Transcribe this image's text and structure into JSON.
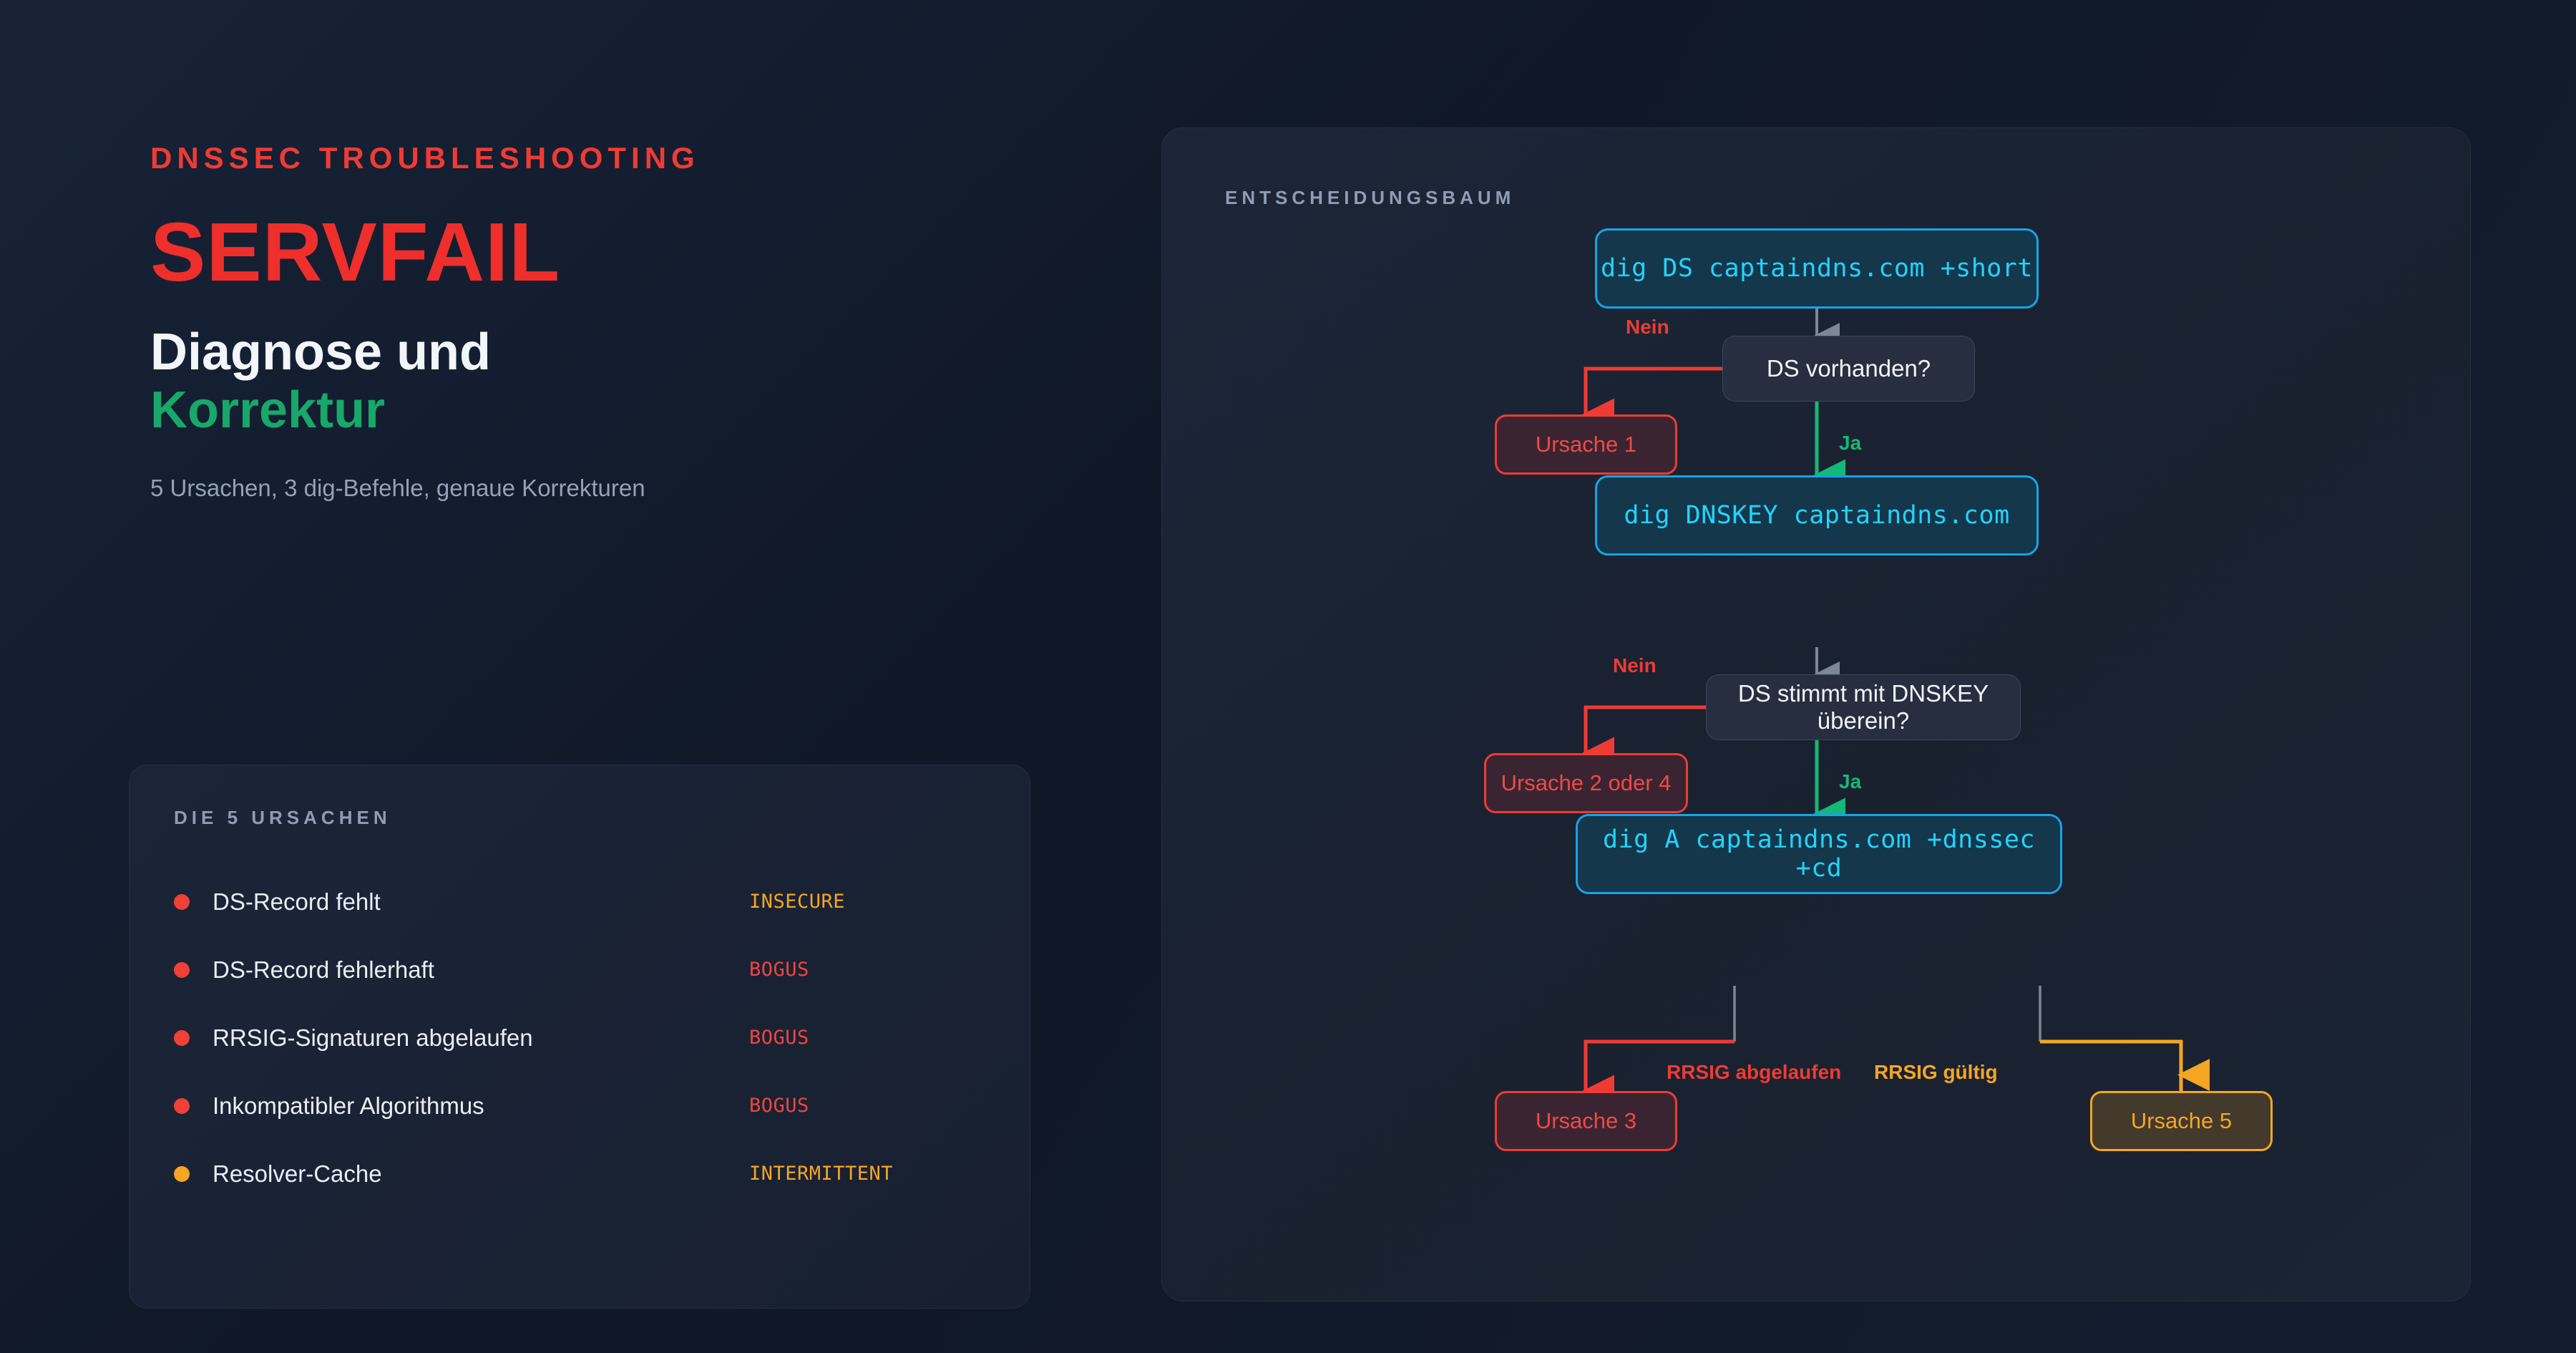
{
  "hero": {
    "eyebrow": "DNSSEC TROUBLESHOOTING",
    "error_code": "SERVFAIL",
    "headline_white": "Diagnose und",
    "headline_green": "Korrektur",
    "subline": "5 Ursachen, 3 dig-Befehle, genaue Korrekturen"
  },
  "causes_card": {
    "heading": "DIE 5 URSACHEN",
    "items": [
      {
        "label": "DS-Record fehlt",
        "tag": "INSECURE",
        "dot": "#ef4136",
        "tag_color": "#f5a623"
      },
      {
        "label": "DS-Record fehlerhaft",
        "tag": "BOGUS",
        "dot": "#ef4136",
        "tag_color": "#ef4540"
      },
      {
        "label": "RRSIG-Signaturen abgelaufen",
        "tag": "BOGUS",
        "dot": "#ef4136",
        "tag_color": "#ef4540"
      },
      {
        "label": "Inkompatibler Algorithmus",
        "tag": "BOGUS",
        "dot": "#ef4136",
        "tag_color": "#ef4540"
      },
      {
        "label": "Resolver-Cache",
        "tag": "INTERMITTENT",
        "dot": "#f5a623",
        "tag_color": "#f5a623"
      }
    ]
  },
  "tree": {
    "heading": "ENTSCHEIDUNGSBAUM",
    "nodes": {
      "cmd1": "dig DS captaindns.com +short",
      "ask1": "DS vorhanden?",
      "out1": "Ursache 1",
      "cmd2": "dig DNSKEY captaindns.com",
      "ask2": "DS stimmt mit DNSKEY überein?",
      "out2": "Ursache 2 oder 4",
      "cmd3": "dig A captaindns.com +dnssec +cd",
      "out3": "Ursache 3",
      "out5": "Ursache 5"
    },
    "edges": {
      "nein1": "Nein",
      "ja1": "Ja",
      "nein2": "Nein",
      "ja2": "Ja",
      "rrsig_expired": "RRSIG abgelaufen",
      "rrsig_valid": "RRSIG gültig"
    }
  },
  "colors": {
    "background": "#101827",
    "red": "#ef3b34",
    "green": "#15b878",
    "cyan": "#14a5e6",
    "cyan_text": "#23d3fc",
    "amber": "#f5a623",
    "gray_edge": "#7d8896",
    "muted": "#8e9db4"
  }
}
